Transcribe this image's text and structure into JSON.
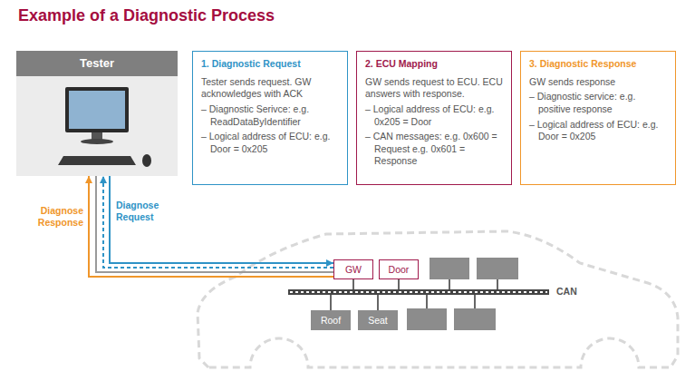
{
  "diagram": {
    "title": "Example of a Diagnostic Process",
    "nodes": [
      {
        "text": [
          "Tester"
        ]
      },
      {
        "text": [
          "1. Diagnostic Request",
          "Tester sends request. GW acknowledges with ACK",
          "– Diagnostic Serivce: e.g. ReadDataByIdentifier",
          "– Logical address of ECU: e.g. Door = 0x205"
        ]
      },
      {
        "text": [
          "2. ECU Mapping",
          "GW sends request to ECU. ECU answers with response.",
          "– Logical address of ECU: e.g. 0x205 = Door",
          "– CAN messages: e.g. 0x600 = Request e.g. 0x601 = Response"
        ]
      },
      {
        "text": [
          "3. Diagnostic Response",
          "GW sends response",
          "– Diagnostic service: e.g. positive response",
          "– Logical address of ECU: e.g. Door = 0x205"
        ]
      },
      {
        "text": [
          "GW"
        ]
      },
      {
        "text": [
          "Door"
        ]
      },
      {
        "text": [
          "Roof"
        ]
      },
      {
        "text": [
          "Seat"
        ]
      }
    ],
    "edges": [
      {
        "from": 0,
        "to": 4,
        "arrow": "to"
      },
      {
        "from": 4,
        "to": 0,
        "arrow": "to"
      },
      {
        "from": 0,
        "to": 4,
        "arrow": "none"
      },
      {
        "from": 4,
        "to": 0,
        "arrow": "to"
      }
    ],
    "labels": [
      "Diagnose Response",
      "Diagnose Request",
      "CAN"
    ]
  }
}
